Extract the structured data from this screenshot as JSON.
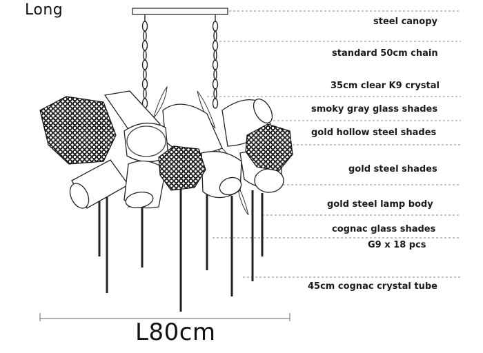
{
  "title": "Long",
  "dimension": "L80cm",
  "callouts": [
    {
      "id": "steel-canopy",
      "text": "steel canopy"
    },
    {
      "id": "chain",
      "text": "standard 50cm chain"
    },
    {
      "id": "crystal",
      "text": "35cm clear K9 crystal"
    },
    {
      "id": "smoky-shades",
      "text": "smoky gray glass shades"
    },
    {
      "id": "hollow-shades",
      "text": "gold hollow steel shades"
    },
    {
      "id": "steel-shades",
      "text": "gold steel shades"
    },
    {
      "id": "lamp-body",
      "text": "gold steel lamp body"
    },
    {
      "id": "cognac-shades",
      "text": "cognac glass shades"
    },
    {
      "id": "bulbs",
      "text": "G9 x 18 pcs"
    },
    {
      "id": "crystal-tube",
      "text": "45cm cognac crystal tube"
    }
  ]
}
